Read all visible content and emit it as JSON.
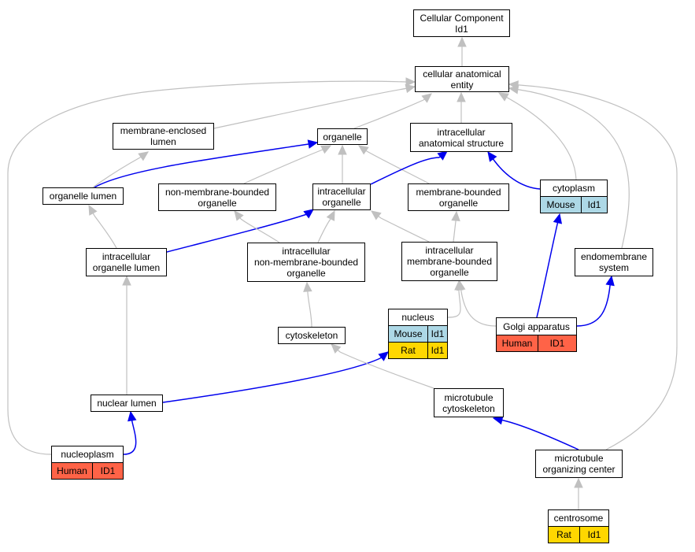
{
  "colors": {
    "edge_gray": "#c0c0c0",
    "edge_blue": "#0000ee",
    "mouse": "#add8e6",
    "human": "#ff6347",
    "rat": "#ffd700"
  },
  "nodes": {
    "cellular_component": [
      "Cellular Component",
      "Id1"
    ],
    "cellular_anatomical_entity": [
      "cellular anatomical",
      "entity"
    ],
    "membrane_enclosed_lumen": [
      "membrane-enclosed",
      "lumen"
    ],
    "organelle": [
      "organelle"
    ],
    "intracellular_anatomical_structure": [
      "intracellular",
      "anatomical structure"
    ],
    "organelle_lumen": [
      "organelle lumen"
    ],
    "non_membrane_bounded_organelle": [
      "non-membrane-bounded",
      "organelle"
    ],
    "intracellular_organelle": [
      "intracellular",
      "organelle"
    ],
    "membrane_bounded_organelle": [
      "membrane-bounded",
      "organelle"
    ],
    "cytoplasm": [
      "cytoplasm"
    ],
    "intracellular_organelle_lumen": [
      "intracellular",
      "organelle lumen"
    ],
    "intracellular_non_membrane_bounded_organelle": [
      "intracellular",
      "non-membrane-bounded",
      "organelle"
    ],
    "intracellular_membrane_bounded_organelle": [
      "intracellular",
      "membrane-bounded",
      "organelle"
    ],
    "endomembrane_system": [
      "endomembrane",
      "system"
    ],
    "nucleus": [
      "nucleus"
    ],
    "cytoskeleton": [
      "cytoskeleton"
    ],
    "golgi_apparatus": [
      "Golgi apparatus"
    ],
    "nuclear_lumen": [
      "nuclear lumen"
    ],
    "microtubule_cytoskeleton": [
      "microtubule",
      "cytoskeleton"
    ],
    "nucleoplasm": [
      "nucleoplasm"
    ],
    "microtubule_organizing_center": [
      "microtubule",
      "organizing center"
    ],
    "centrosome": [
      "centrosome"
    ]
  },
  "species_tags": {
    "cytoplasm": [
      {
        "species": "Mouse",
        "id": "Id1",
        "color": "mouse"
      }
    ],
    "nucleus": [
      {
        "species": "Mouse",
        "id": "Id1",
        "color": "mouse"
      },
      {
        "species": "Rat",
        "id": "Id1",
        "color": "rat"
      }
    ],
    "golgi_apparatus": [
      {
        "species": "Human",
        "id": "ID1",
        "color": "human"
      }
    ],
    "nucleoplasm": [
      {
        "species": "Human",
        "id": "ID1",
        "color": "human"
      }
    ],
    "centrosome": [
      {
        "species": "Rat",
        "id": "Id1",
        "color": "rat"
      }
    ]
  },
  "edges": [
    {
      "from": "cellular_anatomical_entity",
      "to": "cellular_component",
      "kind": "is_a"
    },
    {
      "from": "membrane_enclosed_lumen",
      "to": "cellular_anatomical_entity",
      "kind": "is_a"
    },
    {
      "from": "organelle",
      "to": "cellular_anatomical_entity",
      "kind": "is_a"
    },
    {
      "from": "intracellular_anatomical_structure",
      "to": "cellular_anatomical_entity",
      "kind": "is_a"
    },
    {
      "from": "cytoplasm",
      "to": "cellular_anatomical_entity",
      "kind": "is_a"
    },
    {
      "from": "endomembrane_system",
      "to": "cellular_anatomical_entity",
      "kind": "is_a"
    },
    {
      "from": "nucleoplasm",
      "to": "cellular_anatomical_entity",
      "kind": "is_a"
    },
    {
      "from": "microtubule_organizing_center",
      "to": "cellular_anatomical_entity",
      "kind": "is_a"
    },
    {
      "from": "organelle_lumen",
      "to": "membrane_enclosed_lumen",
      "kind": "is_a"
    },
    {
      "from": "organelle_lumen",
      "to": "organelle",
      "kind": "part_of"
    },
    {
      "from": "non_membrane_bounded_organelle",
      "to": "organelle",
      "kind": "is_a"
    },
    {
      "from": "intracellular_organelle",
      "to": "organelle",
      "kind": "is_a"
    },
    {
      "from": "membrane_bounded_organelle",
      "to": "organelle",
      "kind": "is_a"
    },
    {
      "from": "intracellular_organelle",
      "to": "intracellular_anatomical_structure",
      "kind": "part_of"
    },
    {
      "from": "cytoplasm",
      "to": "intracellular_anatomical_structure",
      "kind": "part_of"
    },
    {
      "from": "intracellular_organelle_lumen",
      "to": "organelle_lumen",
      "kind": "is_a"
    },
    {
      "from": "intracellular_organelle_lumen",
      "to": "intracellular_organelle",
      "kind": "part_of"
    },
    {
      "from": "intracellular_non_membrane_bounded_organelle",
      "to": "non_membrane_bounded_organelle",
      "kind": "is_a"
    },
    {
      "from": "intracellular_non_membrane_bounded_organelle",
      "to": "intracellular_organelle",
      "kind": "is_a"
    },
    {
      "from": "intracellular_membrane_bounded_organelle",
      "to": "intracellular_organelle",
      "kind": "is_a"
    },
    {
      "from": "intracellular_membrane_bounded_organelle",
      "to": "membrane_bounded_organelle",
      "kind": "is_a"
    },
    {
      "from": "cytoskeleton",
      "to": "intracellular_non_membrane_bounded_organelle",
      "kind": "is_a"
    },
    {
      "from": "nucleus",
      "to": "intracellular_membrane_bounded_organelle",
      "kind": "is_a"
    },
    {
      "from": "golgi_apparatus",
      "to": "intracellular_membrane_bounded_organelle",
      "kind": "is_a"
    },
    {
      "from": "golgi_apparatus",
      "to": "cytoplasm",
      "kind": "part_of"
    },
    {
      "from": "golgi_apparatus",
      "to": "endomembrane_system",
      "kind": "part_of"
    },
    {
      "from": "nuclear_lumen",
      "to": "intracellular_organelle_lumen",
      "kind": "is_a"
    },
    {
      "from": "nuclear_lumen",
      "to": "nucleus",
      "kind": "part_of"
    },
    {
      "from": "microtubule_cytoskeleton",
      "to": "cytoskeleton",
      "kind": "is_a"
    },
    {
      "from": "nucleoplasm",
      "to": "nuclear_lumen",
      "kind": "part_of"
    },
    {
      "from": "microtubule_organizing_center",
      "to": "microtubule_cytoskeleton",
      "kind": "part_of"
    },
    {
      "from": "centrosome",
      "to": "microtubule_organizing_center",
      "kind": "is_a"
    }
  ]
}
